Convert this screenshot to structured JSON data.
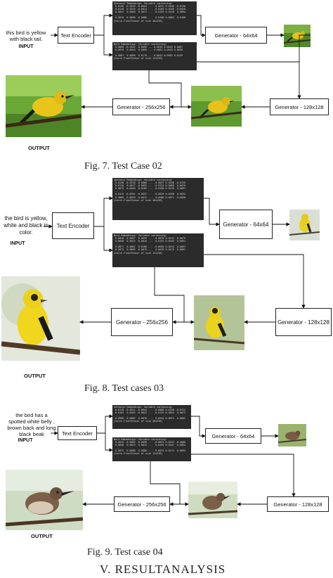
{
  "figures": [
    {
      "input_text": "this bird is yellow with black tail.",
      "input_label": "INPUT",
      "text_encoder": "Text Encoder",
      "gen64": "Generator - 64x64",
      "gen128": "Generator - 128x128",
      "gen256": "Generator - 256x256",
      "output_label": "OUTPUT",
      "caption": "Fig. 7.    Test Case 02"
    },
    {
      "input_text": "the bird is yellow, white and black in color.",
      "input_label": "INPUT",
      "text_encoder": "Text Encoder",
      "gen64": "Generator - 64x64",
      "gen128": "Generator - 128x128",
      "gen256": "Generator - 256x256",
      "output_label": "OUTPUT",
      "caption": "Fig. 8.    Test cases 03"
    },
    {
      "input_text": "the bird has a spotted white belly , brown back and long black beak",
      "input_label": "INPUT",
      "text_encoder": "Text Encoder",
      "gen64": "Generator - 64x64",
      "gen128": "Generator - 128x128",
      "gen256": "Generator - 256x256",
      "output_label": "OUTPUT",
      "caption": "Fig. 9.    Test case 04"
    }
  ],
  "section_heading": "V.       RESULTANALYSIS",
  "colors": {
    "yellow_bird": "#e6c21a",
    "brown_bird": "#6b5440",
    "foliage": "#5a8f2e",
    "terminal": "#2b2b2b"
  }
}
